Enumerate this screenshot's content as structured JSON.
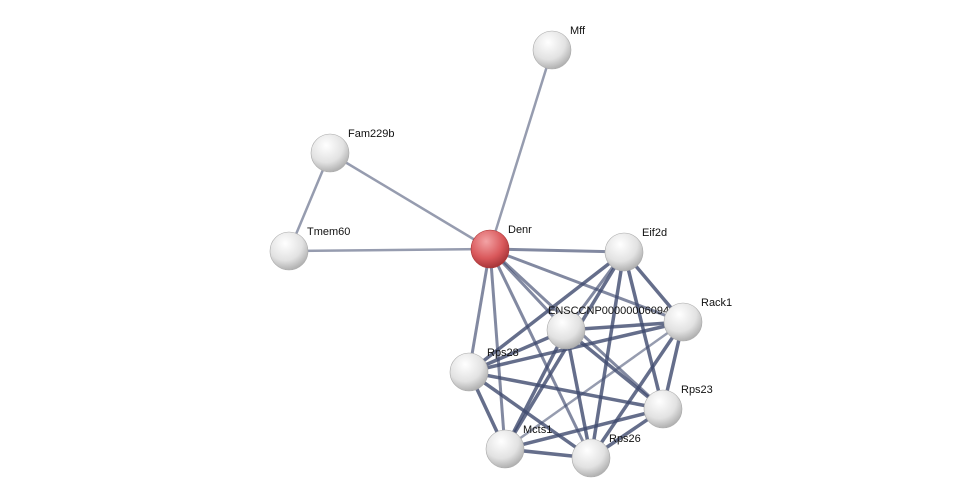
{
  "network": {
    "nodes": [
      {
        "id": "Mff",
        "label": "Mff",
        "query": false
      },
      {
        "id": "Fam229b",
        "label": "Fam229b",
        "query": false
      },
      {
        "id": "Tmem60",
        "label": "Tmem60",
        "query": false
      },
      {
        "id": "Denr",
        "label": "Denr",
        "query": true
      },
      {
        "id": "Eif2d",
        "label": "Eif2d",
        "query": false
      },
      {
        "id": "ENSCCNP00000006094",
        "label": "ENSCCNP00000006094",
        "query": false
      },
      {
        "id": "Rack1",
        "label": "Rack1",
        "query": false
      },
      {
        "id": "Rps28",
        "label": "Rps28",
        "query": false
      },
      {
        "id": "Rps23",
        "label": "Rps23",
        "query": false
      },
      {
        "id": "Mcts1",
        "label": "Mcts1",
        "query": false
      },
      {
        "id": "Rps26",
        "label": "Rps26",
        "query": false
      }
    ],
    "edges": [
      [
        "Mff",
        "Denr",
        1
      ],
      [
        "Fam229b",
        "Denr",
        1
      ],
      [
        "Fam229b",
        "Tmem60",
        1
      ],
      [
        "Tmem60",
        "Denr",
        1
      ],
      [
        "Denr",
        "Eif2d",
        2
      ],
      [
        "Denr",
        "Rack1",
        2
      ],
      [
        "Denr",
        "ENSCCNP00000006094",
        2
      ],
      [
        "Denr",
        "Rps28",
        2
      ],
      [
        "Denr",
        "Mcts1",
        2
      ],
      [
        "Denr",
        "Rps26",
        2
      ],
      [
        "Denr",
        "Rps23",
        2
      ],
      [
        "Eif2d",
        "ENSCCNP00000006094",
        2
      ],
      [
        "Eif2d",
        "Rack1",
        3
      ],
      [
        "Eif2d",
        "Rps28",
        3
      ],
      [
        "Eif2d",
        "Rps23",
        3
      ],
      [
        "Eif2d",
        "Mcts1",
        3
      ],
      [
        "Eif2d",
        "Rps26",
        3
      ],
      [
        "ENSCCNP00000006094",
        "Rack1",
        3
      ],
      [
        "ENSCCNP00000006094",
        "Rps28",
        3
      ],
      [
        "ENSCCNP00000006094",
        "Rps23",
        3
      ],
      [
        "ENSCCNP00000006094",
        "Mcts1",
        3
      ],
      [
        "ENSCCNP00000006094",
        "Rps26",
        3
      ],
      [
        "Rack1",
        "Rps28",
        3
      ],
      [
        "Rack1",
        "Rps23",
        3
      ],
      [
        "Rack1",
        "Mcts1",
        1
      ],
      [
        "Rack1",
        "Rps26",
        3
      ],
      [
        "Rps28",
        "Rps23",
        3
      ],
      [
        "Rps28",
        "Mcts1",
        3
      ],
      [
        "Rps28",
        "Rps26",
        3
      ],
      [
        "Rps23",
        "Mcts1",
        3
      ],
      [
        "Rps23",
        "Rps26",
        3
      ],
      [
        "Mcts1",
        "Rps26",
        3
      ]
    ],
    "colors": {
      "query_node": "#d9585b",
      "node": "#e8e8e8",
      "edge": "#3f4a6e"
    }
  }
}
